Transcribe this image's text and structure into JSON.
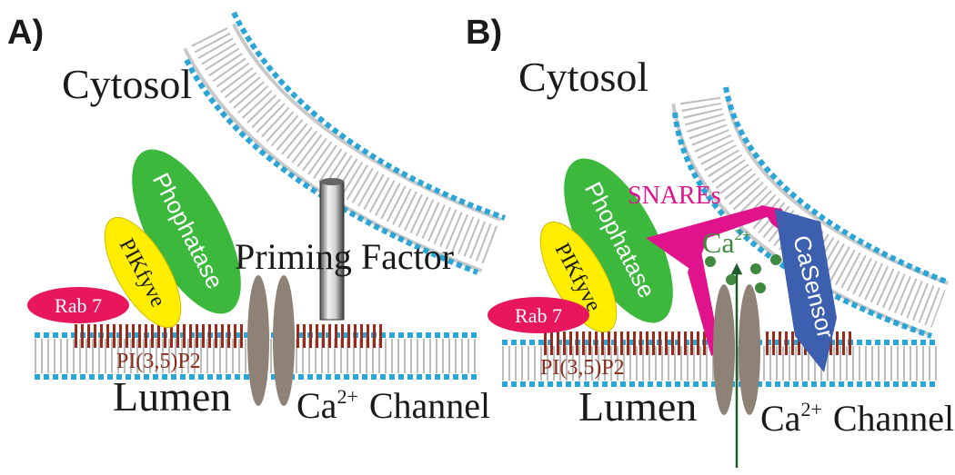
{
  "panels": [
    {
      "id": "A",
      "panel_label": "A)",
      "cytosol": "Cytosol",
      "lumen": "Lumen",
      "channel_ca": "Ca",
      "channel_sup": "2+",
      "channel_word": "Channel",
      "rab7": "Rab 7",
      "pikfyve": "PIKfyve",
      "phosphatase": "Phophatase",
      "lipid": "PI(3,5)P2",
      "priming_factor": "Priming Factor"
    },
    {
      "id": "B",
      "panel_label": "B)",
      "cytosol": "Cytosol",
      "lumen": "Lumen",
      "channel_ca": "Ca",
      "channel_sup": "2+",
      "channel_word": "Channel",
      "rab7": "Rab 7",
      "pikfyve": "PIKfyve",
      "phosphatase": "Phophatase",
      "lipid": "PI(3,5)P2",
      "snares": "SNAREs",
      "ca_ion": "Ca",
      "ca_ion_sup": "2+",
      "ca_sensor": "CaSensor"
    }
  ],
  "colors": {
    "rab7": "#e8175d",
    "pikfyve": "#ffee00",
    "phosphatase": "#3cb93c",
    "snares": "#e0138c",
    "ca_sensor": "#3d5fb0",
    "channel": "#8e8277",
    "lipid_head": "#9b2a1a",
    "membrane_head": "#2aa5d6",
    "calcium": "#3f8a3f",
    "arrow": "#1e5c2a"
  }
}
